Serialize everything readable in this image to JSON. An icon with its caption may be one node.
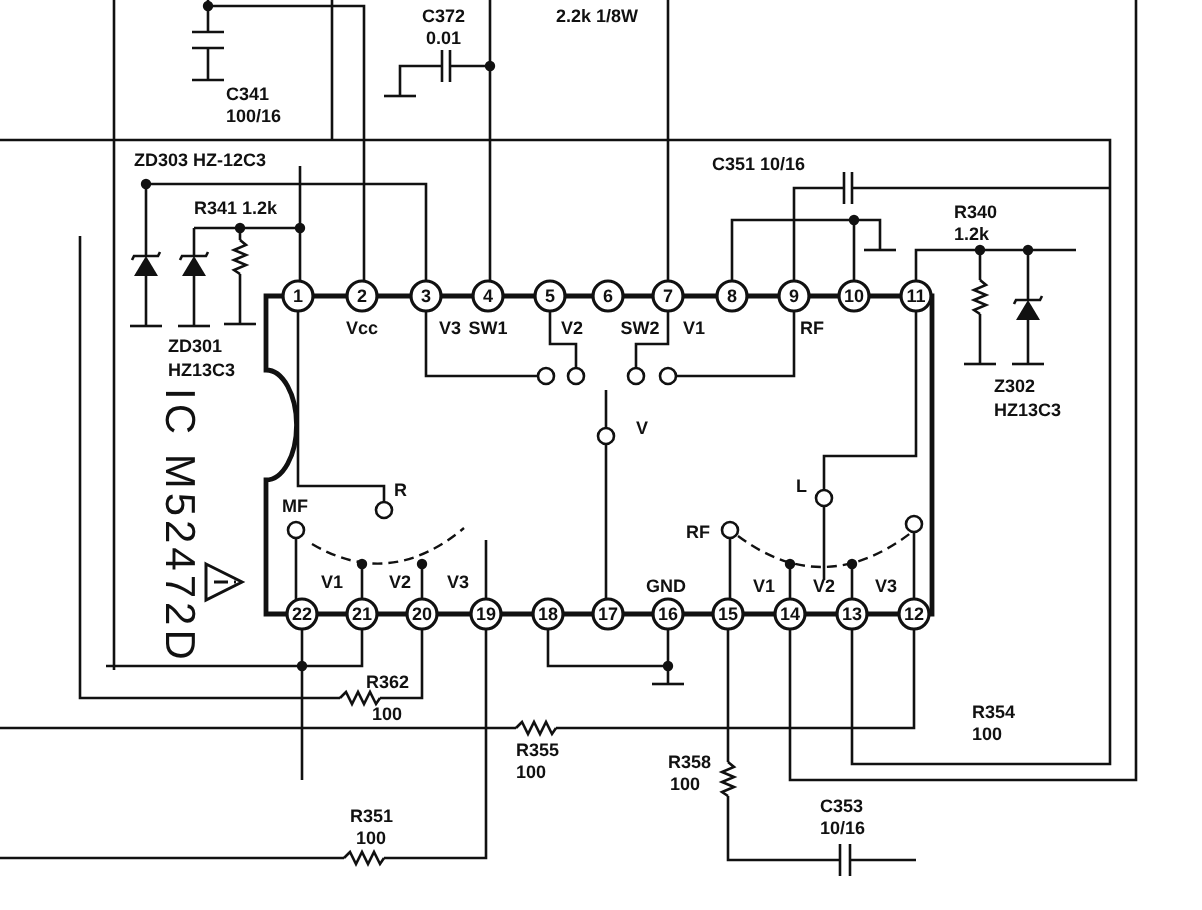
{
  "diagram": {
    "labels": [
      "C341",
      "100/16",
      "C372",
      "0.01",
      "2.2k 1/8W",
      "ZD303 HZ-12C3",
      "C351 10/16",
      "R341 1.2k",
      "R340",
      "1.2k",
      "1",
      "2",
      "3",
      "4",
      "5",
      "6",
      "7",
      "8",
      "9",
      "10",
      "11",
      "Vcc",
      "V3",
      "SW1",
      "V2",
      "SW2",
      "V1",
      "RF",
      "ZD301",
      "HZ13C3",
      "Z302",
      "HZ13C3",
      "IC M52472D",
      "V",
      "R",
      "L",
      "MF",
      "RF",
      "V1",
      "V2",
      "V3",
      "GND",
      "V1",
      "V2",
      "V3",
      "22",
      "21",
      "20",
      "19",
      "18",
      "17",
      "16",
      "15",
      "14",
      "13",
      "12",
      "R362",
      "100",
      "R355",
      "100",
      "R354",
      "100",
      "R358",
      "100",
      "R351",
      "100",
      "C353",
      "10/16"
    ]
  }
}
